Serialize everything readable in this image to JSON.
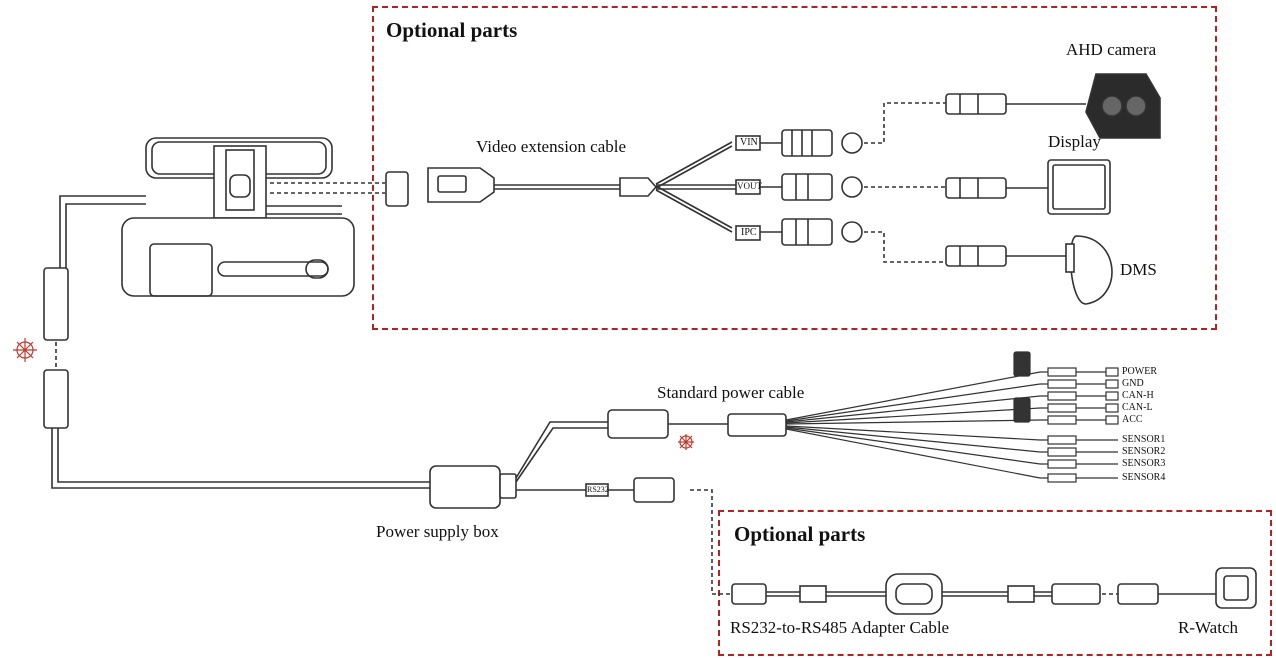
{
  "colors": {
    "dashed_border": "#b22222",
    "line": "#333333",
    "accent_star": "#c0392b"
  },
  "sections": {
    "top_optional": {
      "title": "Optional parts"
    },
    "bottom_optional": {
      "title": "Optional parts"
    }
  },
  "labels": {
    "video_extension_cable": "Video extension cable",
    "ahd_camera": "AHD camera",
    "display": "Display",
    "dms": "DMS",
    "standard_power_cable": "Standard power cable",
    "power_supply_box": "Power supply box",
    "rs232_to_rs485": "RS232-to-RS485 Adapter Cable",
    "r_watch": "R-Watch"
  },
  "connector_tags": {
    "vin": "VIN",
    "vout": "VOUT",
    "ipc": "IPC",
    "rs232": "RS232"
  },
  "power_wires": [
    "POWER",
    "GND",
    "CAN-H",
    "CAN-L",
    "ACC",
    "SENSOR1",
    "SENSOR2",
    "SENSOR3",
    "SENSOR4"
  ]
}
